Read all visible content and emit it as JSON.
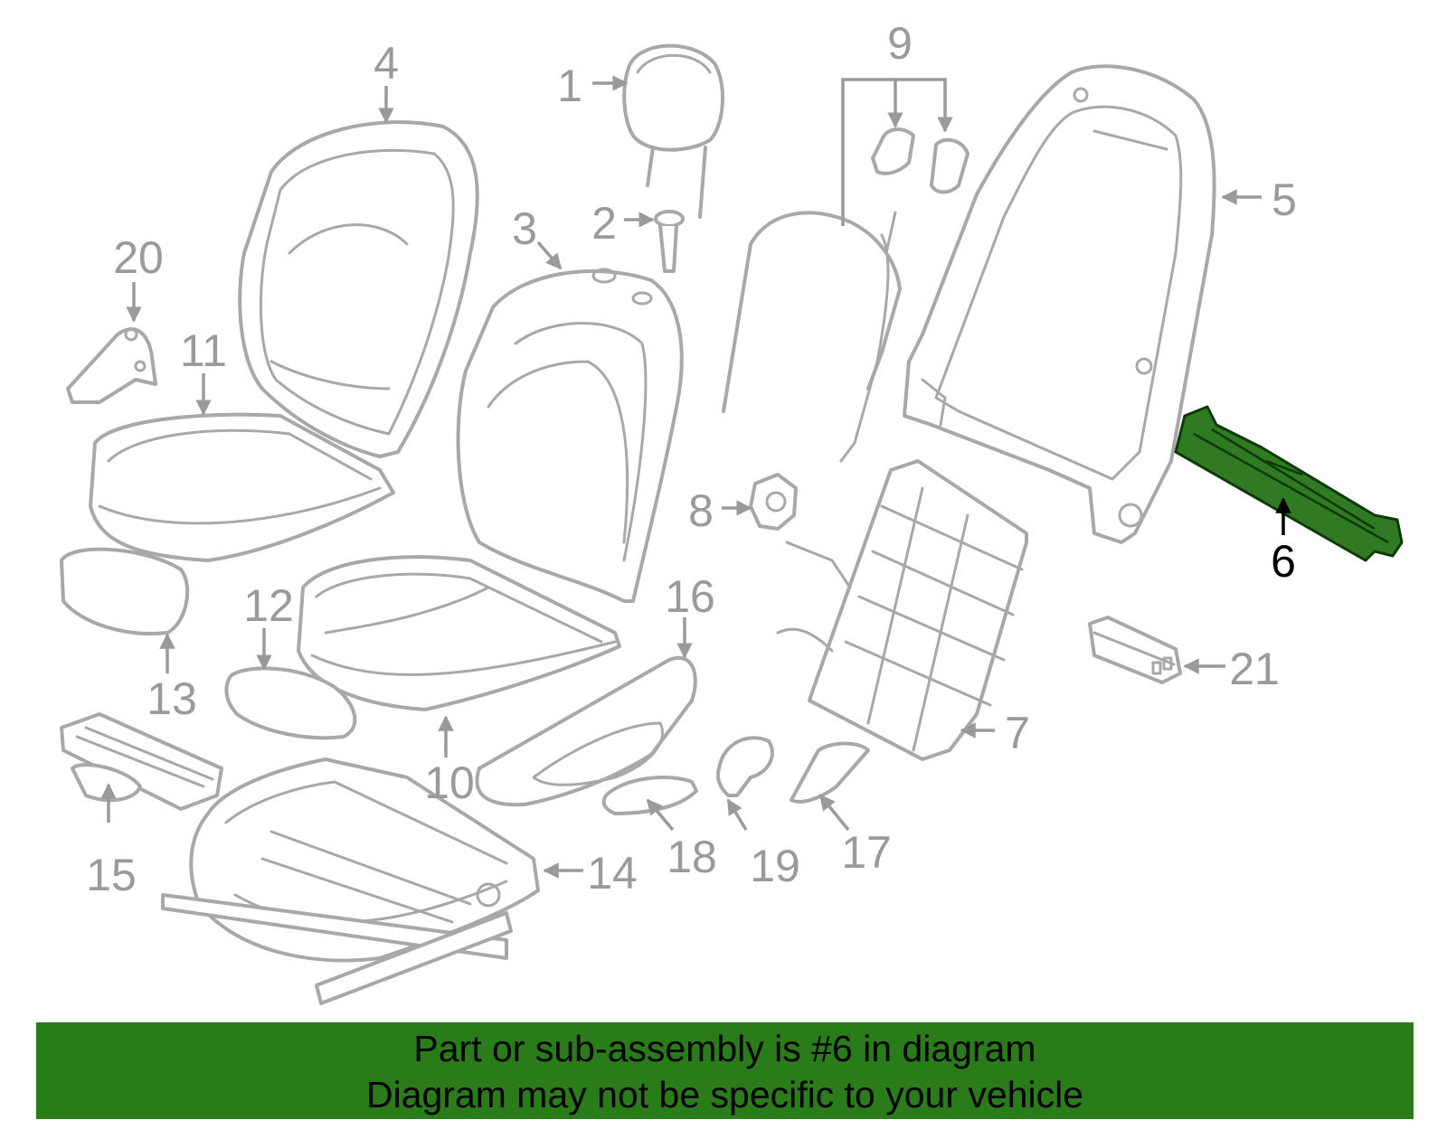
{
  "diagram": {
    "callouts": [
      "1",
      "2",
      "3",
      "4",
      "5",
      "6",
      "7",
      "8",
      "9",
      "10",
      "11",
      "12",
      "13",
      "14",
      "15",
      "16",
      "17",
      "18",
      "19",
      "20",
      "21"
    ],
    "highlighted_part": "6",
    "colors": {
      "part_outline": "#a8a8a8",
      "highlight_fill": "#2f7a23",
      "banner": "#2a7c1a"
    }
  },
  "banner": {
    "line1": "Part or sub-assembly is #6 in diagram",
    "line2": "Diagram may not be specific to your vehicle"
  }
}
